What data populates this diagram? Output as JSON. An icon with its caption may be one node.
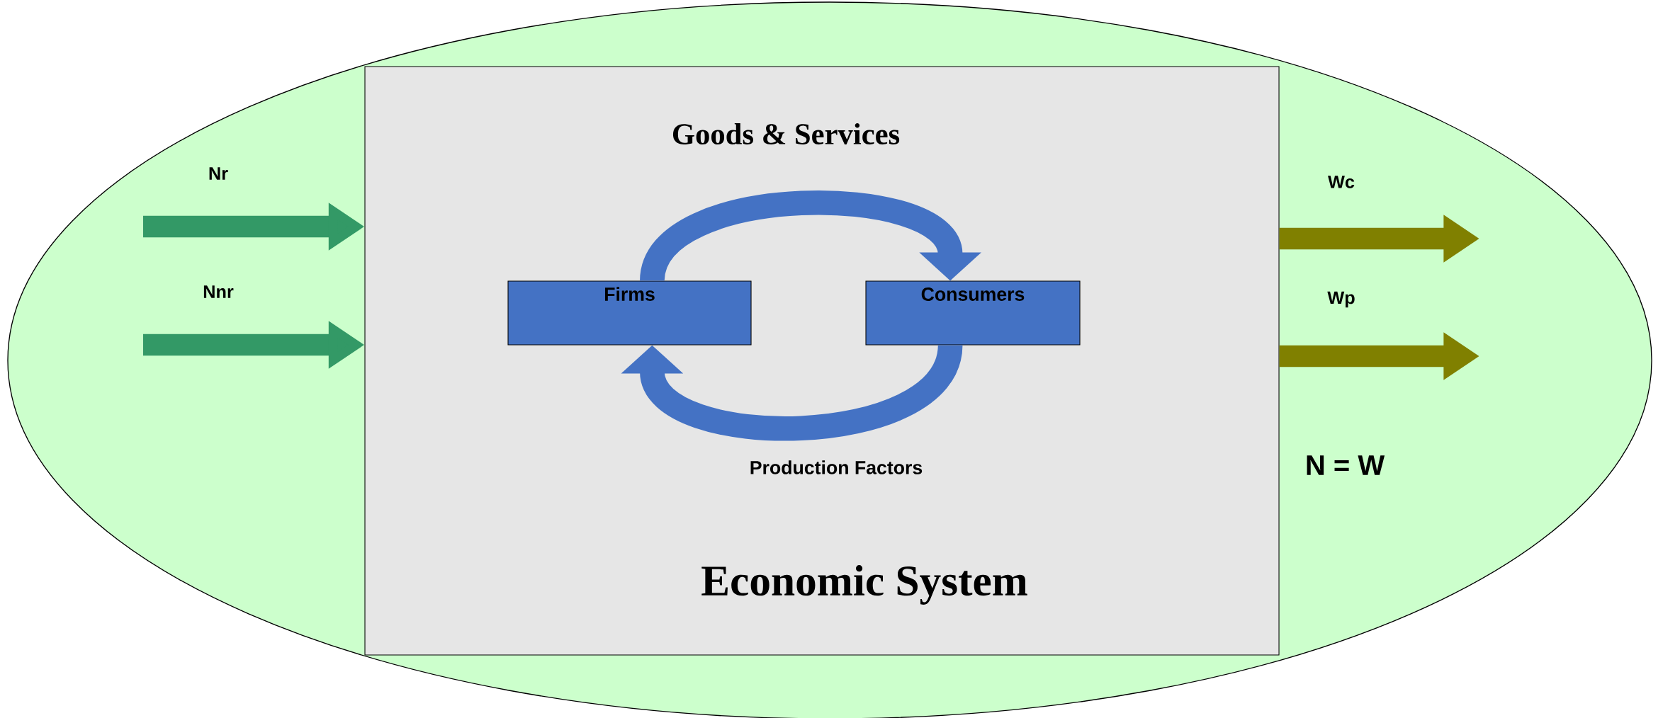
{
  "diagram": {
    "nodes": [
      {
        "text": [
          "N = W"
        ]
      },
      {
        "text": [
          "Economic System"
        ],
        "in": 0
      },
      {
        "text": [
          "Firms"
        ],
        "in": 1
      },
      {
        "text": [
          "Consumers"
        ],
        "in": 1
      }
    ],
    "edges": [
      {
        "from": 2,
        "to": 3,
        "arrow": "to",
        "label": "Goods & Services",
        "color": "#4472c4"
      },
      {
        "from": 3,
        "to": 2,
        "arrow": "to",
        "label": "Production Factors",
        "color": "#4472c4"
      },
      {
        "from": null,
        "to": 1,
        "arrow": "to",
        "label": "Nr",
        "color": "#339966"
      },
      {
        "from": null,
        "to": 1,
        "arrow": "to",
        "label": "Nnr",
        "color": "#339966"
      },
      {
        "from": 1,
        "to": null,
        "arrow": "to",
        "label": "Wc",
        "color": "#808000"
      },
      {
        "from": 1,
        "to": null,
        "arrow": "to",
        "label": "Wp",
        "color": "#808000"
      }
    ]
  }
}
